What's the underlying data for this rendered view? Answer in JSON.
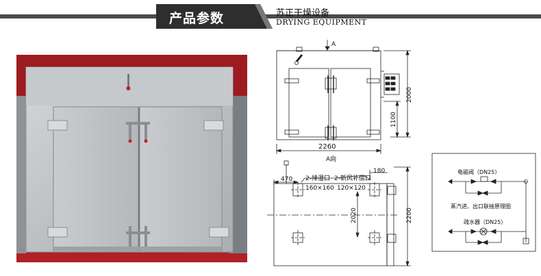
{
  "header": {
    "title": "产品参数",
    "subtitle_cn": "苏正干燥设备",
    "subtitle_en": "DRYING EQUIPMENT"
  },
  "front_view": {
    "arrow_label": "A",
    "width": "2260",
    "height_total": "2000",
    "height_mid": "1100"
  },
  "side_view": {
    "title": "A向",
    "offset_left": "470",
    "dim_180": "180",
    "exhaust_label": "2-排湿口",
    "exhaust_size": "160×160",
    "fresh_air_label": "2-新风补偿口",
    "fresh_air_size": "120×120",
    "dim_2020": "2020",
    "dim_2200": "2200"
  },
  "schematic": {
    "solenoid_label": "电磁阀（DN25）",
    "caption": "蒸汽进、出口联接原理图",
    "trap_label": "疏水器（DN25）"
  },
  "colors": {
    "header_dark": "#2e2e2e",
    "header_line": "#555555",
    "photo_bg": "#a31d22",
    "metal": "#bfc3c6"
  }
}
